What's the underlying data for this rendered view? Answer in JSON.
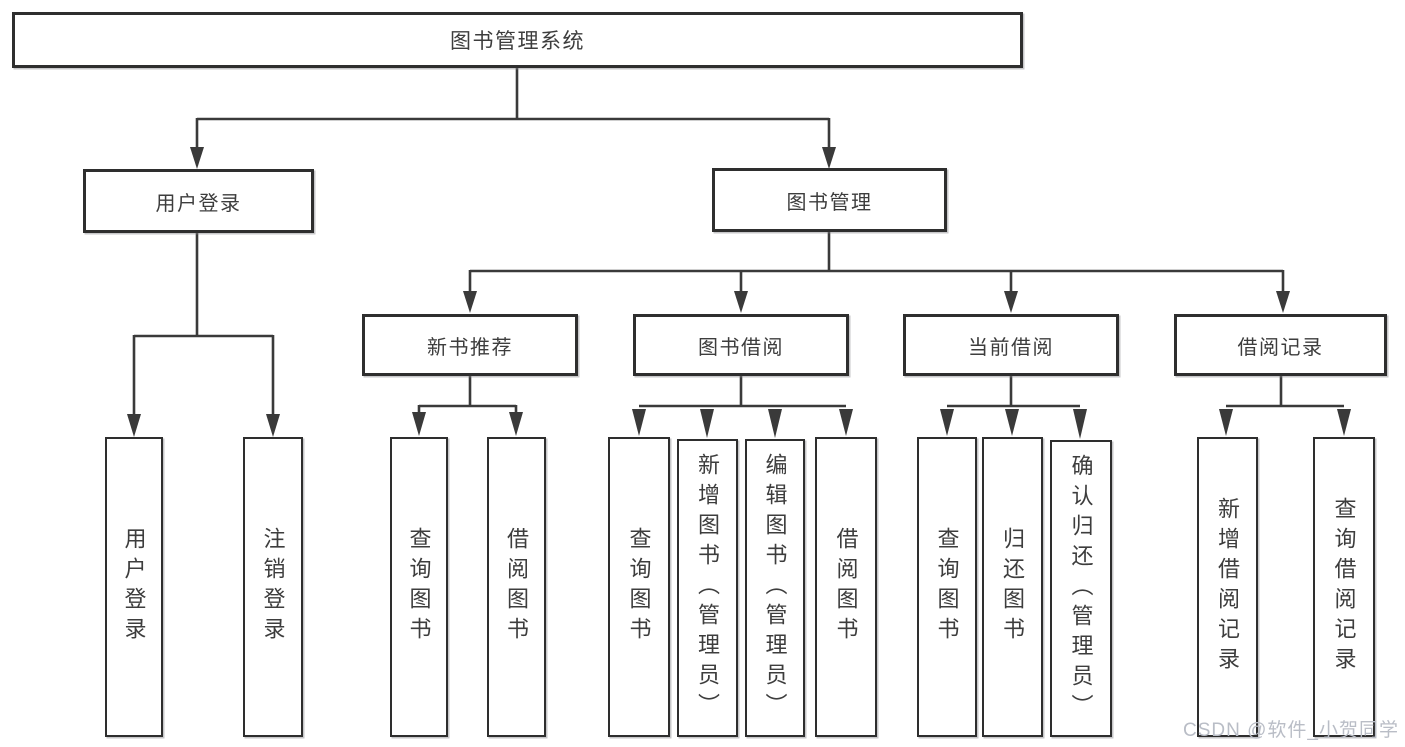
{
  "diagram_title": "图书管理系统",
  "nodes": {
    "root": "图书管理系统",
    "user_login": "用户登录",
    "book_mgmt": "图书管理",
    "new_book_rec": "新书推荐",
    "book_borrow": "图书借阅",
    "current_borrow": "当前借阅",
    "borrow_record": "借阅记录",
    "leaf_user_login": "用户登录",
    "leaf_logout": "注销登录",
    "leaf_nbr_query": "查询图书",
    "leaf_nbr_borrow": "借阅图书",
    "leaf_bb_query": "查询图书",
    "leaf_bb_add": "新增图书（管理员）",
    "leaf_bb_edit": "编辑图书（管理员）",
    "leaf_bb_borrow": "借阅图书",
    "leaf_cb_query": "查询图书",
    "leaf_cb_return": "归还图书",
    "leaf_cb_confirm": "确认归还（管理员）",
    "leaf_br_add": "新增借阅记录",
    "leaf_br_query": "查询借阅记录"
  },
  "hierarchy": {
    "图书管理系统": {
      "用户登录": [
        "用户登录",
        "注销登录"
      ],
      "图书管理": {
        "新书推荐": [
          "查询图书",
          "借阅图书"
        ],
        "图书借阅": [
          "查询图书",
          "新增图书（管理员）",
          "编辑图书（管理员）",
          "借阅图书"
        ],
        "当前借阅": [
          "查询图书",
          "归还图书",
          "确认归还（管理员）"
        ],
        "借阅记录": [
          "新增借阅记录",
          "查询借阅记录"
        ]
      }
    }
  },
  "watermark": "CSDN @软件_小贺同学",
  "colors": {
    "line": "#3a3a3a",
    "border": "#2e2e2e",
    "text": "#3d3d3d",
    "background": "#ffffff",
    "watermark": "#b9bdc6"
  }
}
